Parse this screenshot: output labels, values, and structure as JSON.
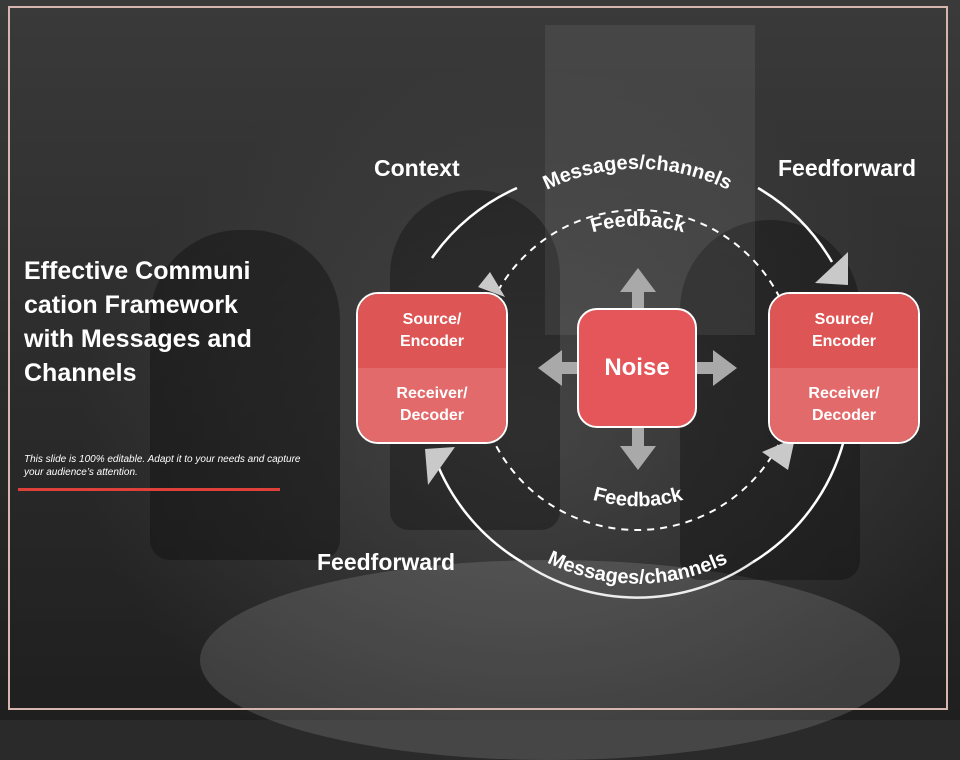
{
  "slide": {
    "title": "Effective Communication Framework with Messages and Channels",
    "subtitle": "This slide is 100% editable. Adapt it to your needs and capture your audience’s attention."
  },
  "labels": {
    "context": "Context",
    "feedforward_top": "Feedforward",
    "feedforward_bottom": "Feedforward",
    "messages_top": "Messages/channels",
    "messages_bottom": "Messages/channels",
    "feedback_top": "Feedback",
    "feedback_bottom": "Feedback"
  },
  "left_box": {
    "top": "Source/\nEncoder",
    "bottom": "Receiver/\nDecoder"
  },
  "right_box": {
    "top": "Source/\nEncoder",
    "bottom": "Receiver/\nDecoder"
  },
  "center": {
    "label": "Noise"
  },
  "colors": {
    "accent_red": "#e0403a",
    "box_top": "#de5555",
    "box_bottom": "#e36a6a",
    "frame": "#d8b6b0"
  }
}
